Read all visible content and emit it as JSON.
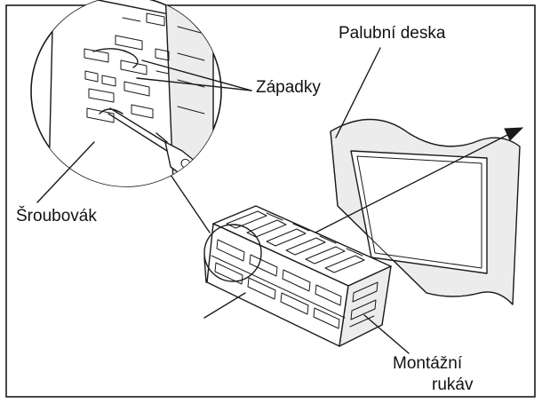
{
  "labels": {
    "dashboard": "Palubní deska",
    "latches": "Západky",
    "screwdriver": "Šroubovák",
    "sleeve_line1": "Montážní",
    "sleeve_line2": "rukáv"
  },
  "colors": {
    "ink": "#1a1a1a",
    "background": "#ffffff",
    "panel_fill": "#ececec"
  }
}
